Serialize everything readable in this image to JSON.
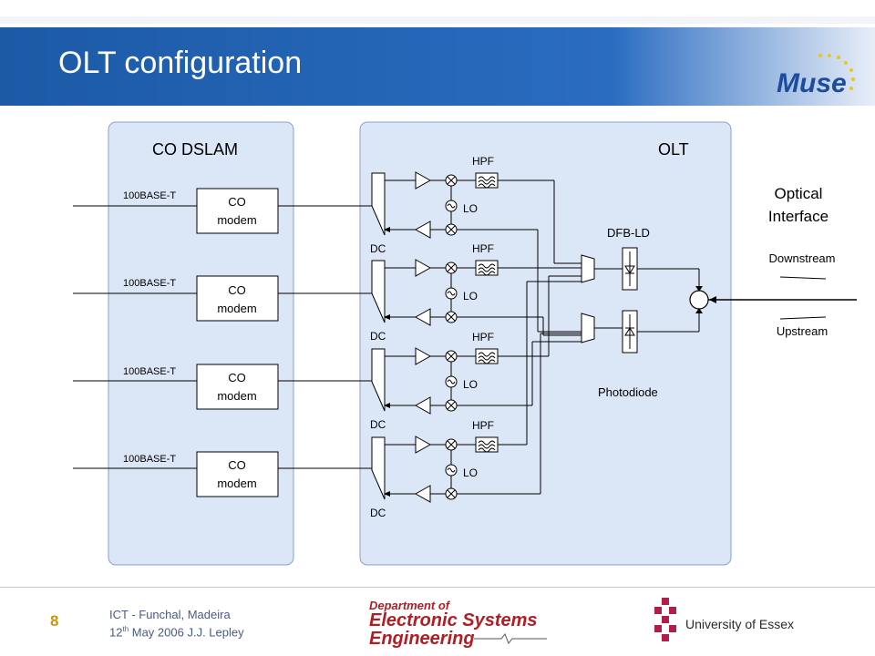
{
  "slide": {
    "title": "OLT configuration",
    "logo_text": "Muse",
    "page_number": "8",
    "footer_line1": "ICT - Funchal, Madeira",
    "footer_line2_day": "12",
    "footer_line2_sup": "th",
    "footer_line2_rest": " May 2006 J.J. Lepley",
    "dept_line1": "Department of",
    "dept_line2": "Electronic Systems",
    "dept_line3": "Engineering",
    "university": "University of Essex"
  },
  "colors": {
    "header_blue": "#1f5fa8",
    "panel_fill": "#dbe6f7",
    "panel_stroke": "#8aa0c8",
    "page_number": "#c8960a",
    "dept_red": "#b01e24"
  },
  "diagram": {
    "co_dslam_label": "CO DSLAM",
    "olt_label": "OLT",
    "modems": [
      {
        "interface": "100BASE-T",
        "line1": "CO",
        "line2": "modem"
      },
      {
        "interface": "100BASE-T",
        "line1": "CO",
        "line2": "modem"
      },
      {
        "interface": "100BASE-T",
        "line1": "CO",
        "line2": "modem"
      },
      {
        "interface": "100BASE-T",
        "line1": "CO",
        "line2": "modem"
      }
    ],
    "chains": [
      {
        "hpf": "HPF",
        "lo": "LO",
        "dc": "DC"
      },
      {
        "hpf": "HPF",
        "lo": "LO",
        "dc": "DC"
      },
      {
        "hpf": "HPF",
        "lo": "LO",
        "dc": "DC"
      },
      {
        "hpf": "HPF",
        "lo": "LO",
        "dc": "DC"
      }
    ],
    "dfb_label": "DFB-LD",
    "photodiode_label": "Photodiode",
    "optical_interface_line1": "Optical",
    "optical_interface_line2": "Interface",
    "downstream": "Downstream",
    "upstream": "Upstream"
  }
}
